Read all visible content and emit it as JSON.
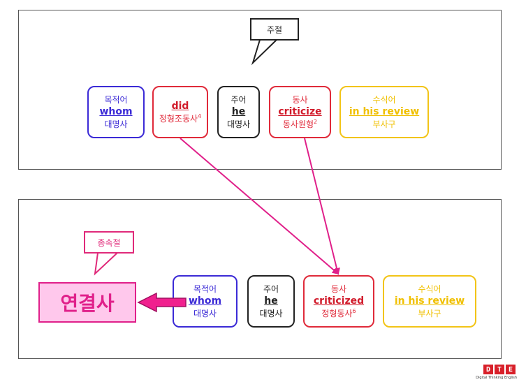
{
  "callouts": {
    "main": "주절",
    "sub": "종속절"
  },
  "main_clause": {
    "boxes": [
      {
        "top": "목적어",
        "word": "whom",
        "bottom": "대명사",
        "sup": ""
      },
      {
        "top": "",
        "word": "did",
        "bottom": "정형조동사",
        "sup": "4"
      },
      {
        "top": "주어",
        "word": "he",
        "bottom": "대명사",
        "sup": ""
      },
      {
        "top": "동사",
        "word": "criticize",
        "bottom": "동사원형",
        "sup": "2"
      },
      {
        "top": "수식어",
        "word": "in his review",
        "bottom": "부사구",
        "sup": ""
      }
    ]
  },
  "sub_clause": {
    "connector": "연결사",
    "boxes": [
      {
        "top": "목적어",
        "word": "whom",
        "bottom": "대명사",
        "sup": ""
      },
      {
        "top": "주어",
        "word": "he",
        "bottom": "대명사",
        "sup": ""
      },
      {
        "top": "동사",
        "word": "criticized",
        "bottom": "정형동사",
        "sup": "6"
      },
      {
        "top": "수식어",
        "word": "in his review",
        "bottom": "부사구",
        "sup": ""
      }
    ]
  },
  "colors": {
    "purple": "#3b2ad6",
    "red": "#e02a3a",
    "black": "#222222",
    "yellow": "#f2c417",
    "pink_arrow": "#e0208a"
  },
  "logo": {
    "letters": [
      "D",
      "T",
      "E"
    ],
    "tagline": "Digital Thinking English"
  }
}
